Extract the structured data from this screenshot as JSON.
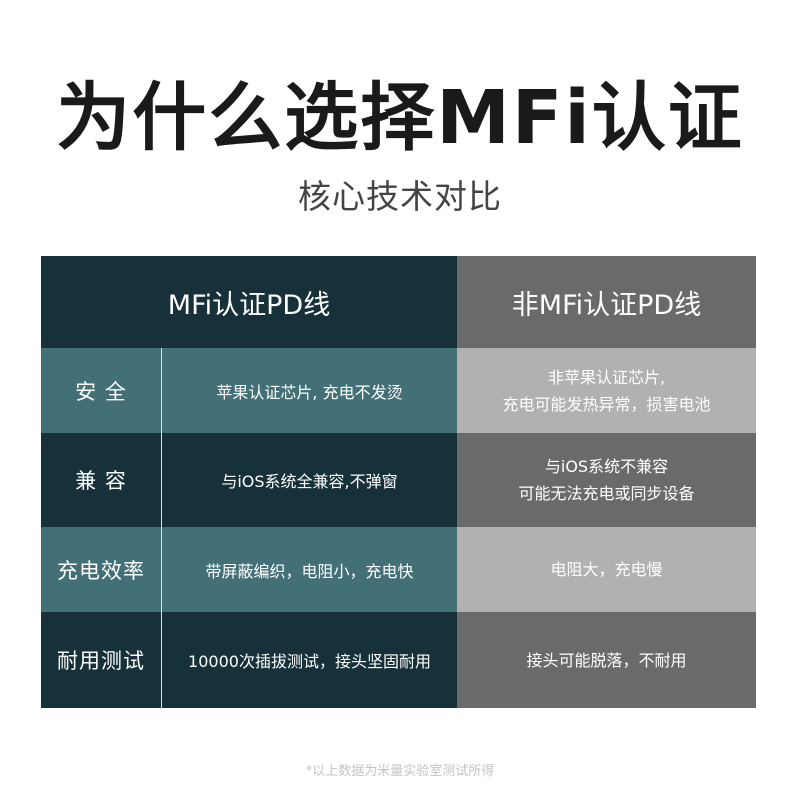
{
  "title": "为什么选择MFi认证",
  "subtitle": "核心技术对比",
  "table": {
    "headers": {
      "mfi": "MFi认证PD线",
      "non_mfi": "非MFi认证PD线"
    },
    "rows": [
      {
        "label": "安 全",
        "mfi": "苹果认证芯片, 充电不发烫",
        "non_mfi_line1": "非苹果认证芯片,",
        "non_mfi_line2": "充电可能发热异常，损害电池"
      },
      {
        "label": "兼 容",
        "mfi": "与iOS系统全兼容,不弹窗",
        "non_mfi_line1": "与iOS系统不兼容",
        "non_mfi_line2": "可能无法充电或同步设备"
      },
      {
        "label": "充电效率",
        "mfi": "带屏蔽编织，电阻小，充电快",
        "non_mfi_line1": "电阻大，充电慢",
        "non_mfi_line2": ""
      },
      {
        "label": "耐用测试",
        "mfi": "10000次插拔测试，接头坚固耐用",
        "non_mfi_line1": "接头可能脱落，不耐用",
        "non_mfi_line2": ""
      }
    ]
  },
  "footnote": "*以上数据为米量实验室测试所得",
  "colors": {
    "mfi_dark": "#163139",
    "mfi_light": "#437077",
    "non_dark": "#6a6a6a",
    "non_light": "#b1b1b1"
  }
}
